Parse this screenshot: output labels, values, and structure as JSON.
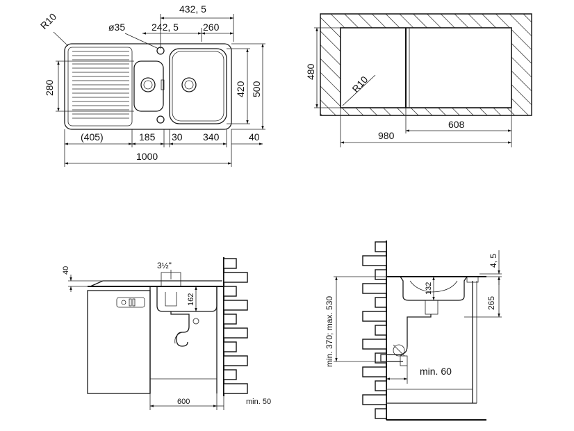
{
  "top_left": {
    "dims": {
      "top_overall": "432, 5",
      "radius": "R10",
      "hole_dia": "ø35",
      "bowl_center": "242, 5",
      "bowl_width": "260",
      "height_left": "280",
      "bowl_depth": "420",
      "overall_depth": "500",
      "drainer": "(405)",
      "small_bowl": "185",
      "gap": "30",
      "main_bowl": "340",
      "right_edge": "40",
      "overall_width": "1000"
    }
  },
  "top_right": {
    "dims": {
      "depth": "480",
      "radius": "R10",
      "inner": "608",
      "overall": "980"
    }
  },
  "bottom_left": {
    "dims": {
      "lip": "40",
      "waste": "3½\"",
      "depth": "162",
      "cabinet": "600",
      "min": "min. 50"
    }
  },
  "bottom_right": {
    "dims": {
      "lip": "4, 5",
      "bowl_depth": "132",
      "total": "265",
      "range": "min. 370; max. 530",
      "min": "min. 60"
    }
  }
}
